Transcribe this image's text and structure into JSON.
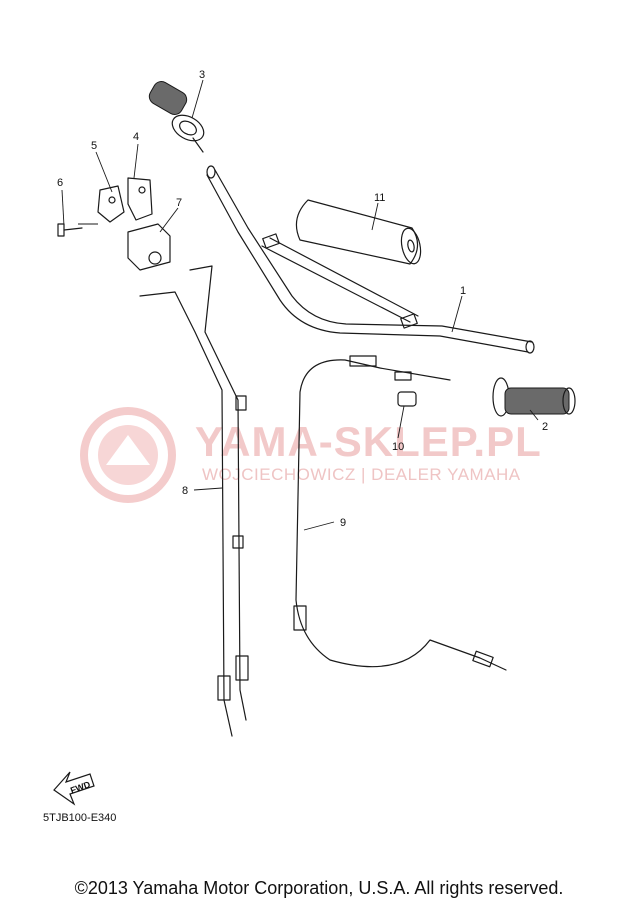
{
  "callouts": {
    "p1": "1",
    "p2": "2",
    "p3": "3",
    "p4": "4",
    "p5": "5",
    "p6": "6",
    "p7": "7",
    "p8": "8",
    "p9": "9",
    "p10": "10",
    "p11": "11"
  },
  "watermark": {
    "brand": "YAMA-SKLEP.PL",
    "dealer": "WOJCIECHOWICZ | DEALER YAMAHA",
    "color": "#f2c9c9"
  },
  "fwd_label": "FWD",
  "diagram_code": "5TJB100-E340",
  "copyright": "©2013 Yamaha Motor Corporation, U.S.A. All rights reserved."
}
